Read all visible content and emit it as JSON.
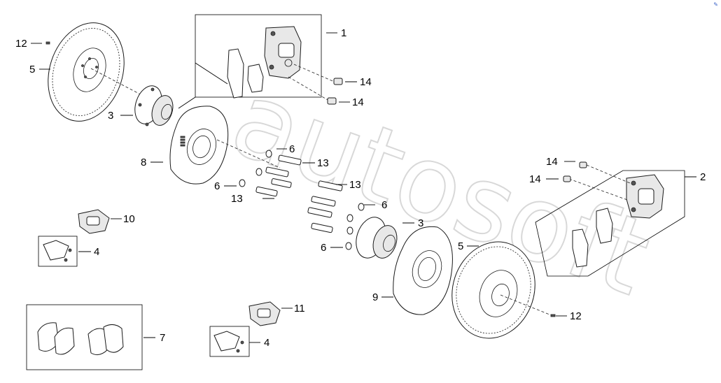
{
  "watermark": "autosoft",
  "colors": {
    "line": "#1a1a1a",
    "watermark": "#d8d8d8",
    "icon": "#3a63c9"
  },
  "callouts": [
    {
      "id": "c1",
      "text": "1"
    },
    {
      "id": "c2",
      "text": "2"
    },
    {
      "id": "c3a",
      "text": "3"
    },
    {
      "id": "c3b",
      "text": "3"
    },
    {
      "id": "c4a",
      "text": "4"
    },
    {
      "id": "c4b",
      "text": "4"
    },
    {
      "id": "c5a",
      "text": "5"
    },
    {
      "id": "c5b",
      "text": "5"
    },
    {
      "id": "c6a",
      "text": "6"
    },
    {
      "id": "c6b",
      "text": "6"
    },
    {
      "id": "c6c",
      "text": "6"
    },
    {
      "id": "c6d",
      "text": "6"
    },
    {
      "id": "c7",
      "text": "7"
    },
    {
      "id": "c8",
      "text": "8"
    },
    {
      "id": "c9",
      "text": "9"
    },
    {
      "id": "c10",
      "text": "10"
    },
    {
      "id": "c11",
      "text": "11"
    },
    {
      "id": "c12a",
      "text": "12"
    },
    {
      "id": "c12b",
      "text": "12"
    },
    {
      "id": "c13a",
      "text": "13"
    },
    {
      "id": "c13b",
      "text": "13"
    },
    {
      "id": "c13c",
      "text": "13"
    },
    {
      "id": "c14a",
      "text": "14"
    },
    {
      "id": "c14b",
      "text": "14"
    },
    {
      "id": "c14c",
      "text": "14"
    },
    {
      "id": "c14d",
      "text": "14"
    }
  ],
  "corner_icon": "edit-pencil-icon"
}
